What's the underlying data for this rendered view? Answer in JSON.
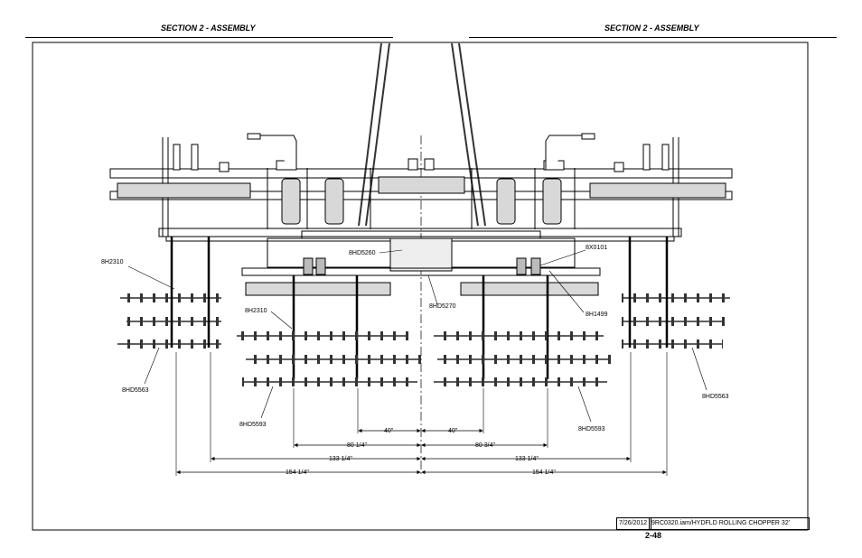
{
  "header": {
    "left_title": "SECTION 2 - ASSEMBLY",
    "right_title": "SECTION 2 - ASSEMBLY"
  },
  "callouts": {
    "c1": "8H2310",
    "c2": "8HD5260",
    "c3": "8X0101",
    "c4": "8H2310",
    "c5": "8HD5270",
    "c6": "8H1499",
    "c7": "8HD5563",
    "c8": "8HD5563",
    "c9": "8HD5593",
    "c10": "8HD5593"
  },
  "dimensions": {
    "d1": "40\"",
    "d2": "40\"",
    "d3": "80 1/4\"",
    "d4": "80 3/4\"",
    "d5": "133 1/4\"",
    "d6": "133 1/4\"",
    "d7": "154 1/4\"",
    "d8": "154 1/4\""
  },
  "title_block": {
    "date": "7/26/2012",
    "filename": "9RC0320.iam/HYDFLD ROLLING CHOPPER 32'"
  },
  "page_number": "2-48"
}
